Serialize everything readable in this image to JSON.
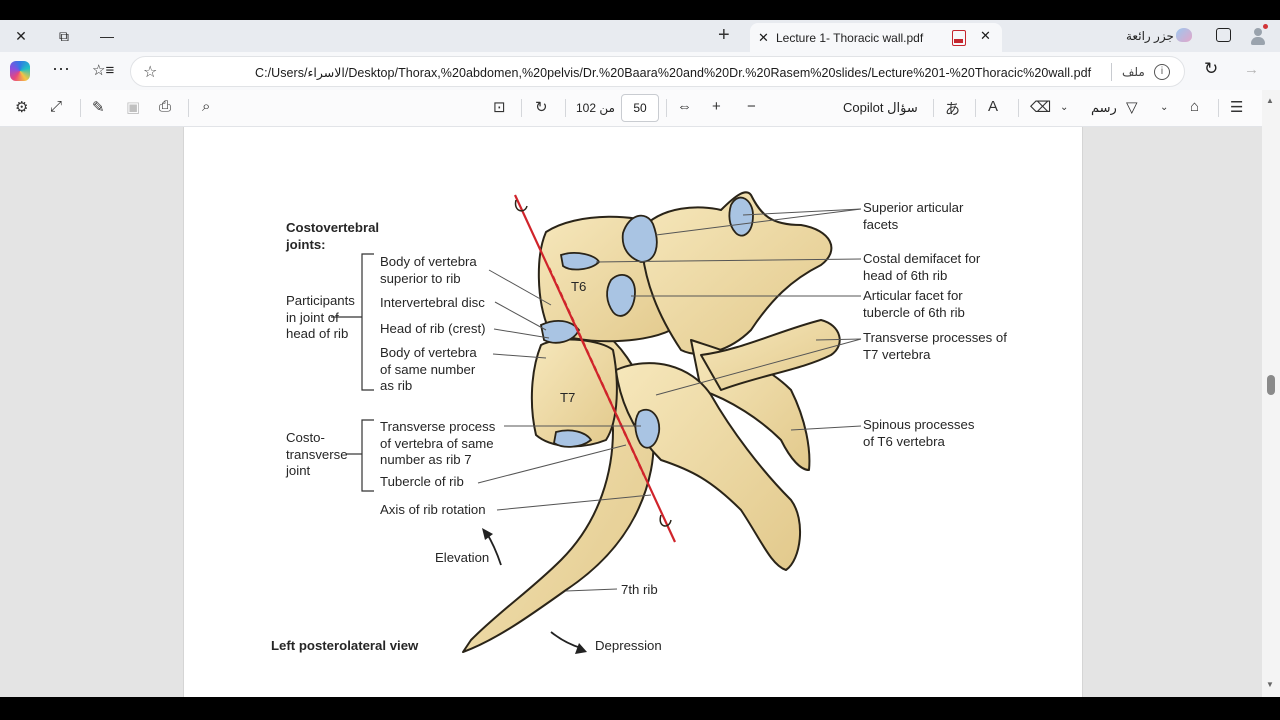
{
  "browser": {
    "tab": {
      "title": "Lecture 1- Thoracic wall.pdf"
    },
    "profile_name": "جزر رائعة",
    "address": {
      "url": "C:/Users/الاسراء/Desktop/Thorax,%20abdomen,%20pelvis/Dr.%20Baara%20and%20Dr.%20Rasem%20slides/Lecture%201-%20Thoracic%20wall.pdf",
      "scheme_label": "ملف"
    }
  },
  "pdf_toolbar": {
    "current_page": "50",
    "page_total_text": "من 102",
    "copilot_label": "Copilot سؤال",
    "draw_label": "رسم"
  },
  "figure": {
    "title": "Costovertebral joints:",
    "group_head": "Participants in joint of head of rib",
    "group_costo": "Costo- transverse joint",
    "left_labels": {
      "body_superior": "Body of vertebra superior to rib",
      "intervertebral_disc": "Intervertebral disc",
      "head_of_rib": "Head of rib (crest)",
      "body_same": "Body of vertebra of same number as rib",
      "transverse_process": "Transverse process of vertebra of same number as rib 7",
      "tubercle": "Tubercle of rib",
      "axis": "Axis of rib rotation",
      "elevation": "Elevation",
      "view": "Left posterolateral view",
      "depression": "Depression",
      "seventh_rib": "7th rib"
    },
    "vertebra_labels": {
      "t6": "T6",
      "t7": "T7"
    },
    "right_labels": {
      "superior_facets": "Superior articular facets",
      "costal_demifacet": "Costal demifacet for head of 6th rib",
      "articular_facet": "Articular facet for tubercle of 6th rib",
      "transverse_processes": "Transverse processes of T7 vertebra",
      "spinous_processes": "Spinous processes of T6 vertebra"
    }
  },
  "colors": {
    "bone": "#f2dfa9",
    "cartilage": "#a9c4e3",
    "axis_line": "#d0242b"
  }
}
